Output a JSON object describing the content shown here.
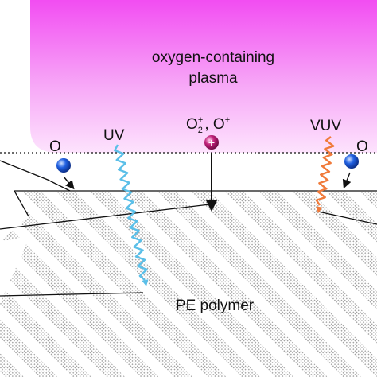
{
  "plasma": {
    "line1": "oxygen-containing",
    "line2": "plasma"
  },
  "species": {
    "uv": "UV",
    "vuv": "VUV",
    "o_left": "O",
    "o_right": "O",
    "ions_o2": "O",
    "ions_o2_sub": "2",
    "ions_o2_sup": "+",
    "ions_sep": ", O",
    "ions_o_sup": "+",
    "ion_sign": "+"
  },
  "substrate": {
    "label": "PE polymer"
  },
  "colors": {
    "plasma_top": "#f24df2",
    "plasma_bottom": "#fde3fd",
    "uv_arrow": "#5bbfe8",
    "vuv_arrow": "#f07a3a",
    "atom": "#1f5fe0",
    "ion": "#c0207a",
    "hatch": "#b5b5b5"
  }
}
